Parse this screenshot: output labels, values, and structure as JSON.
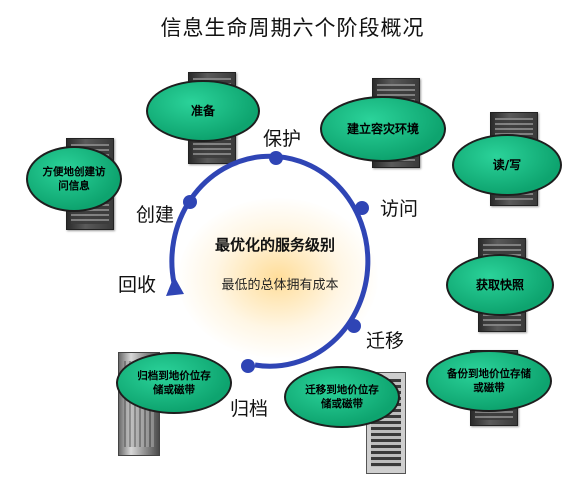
{
  "title": "信息生命周期六个阶段概况",
  "center": {
    "main": "最优化的服务级别",
    "sub": "最低的总体拥有成本"
  },
  "stages": [
    "保护",
    "访问",
    "迁移",
    "归档",
    "回收",
    "创建"
  ],
  "bubbles": {
    "prepare": "准备",
    "dr": "建立容灾环境",
    "rw": "读/写",
    "create": "方便地创建访问信息",
    "snapshot": "获取快照",
    "backup": "备份到地价位存储或磁带",
    "migrate": "迁移到地价位存储或磁带",
    "archive": "归档到地价位存储或磁带"
  },
  "colors": {
    "cycle": "#2f45b5",
    "bubble": "#14b07a"
  }
}
